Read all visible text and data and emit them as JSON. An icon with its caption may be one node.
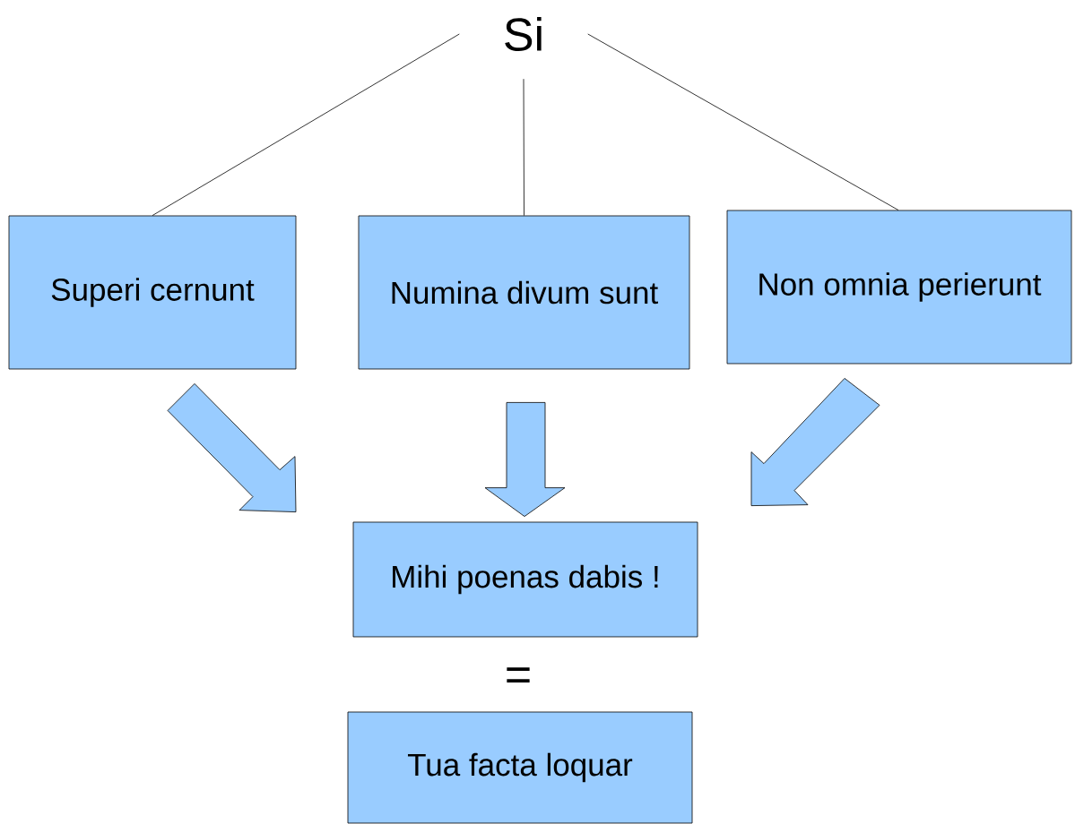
{
  "diagram": {
    "nodes": [
      {
        "text": [
          "Si"
        ]
      },
      {
        "text": [
          "Superi cernunt"
        ]
      },
      {
        "text": [
          "Numina divum sunt"
        ]
      },
      {
        "text": [
          "Non omnia perierunt"
        ]
      },
      {
        "text": [
          "Mihi poenas dabis !"
        ]
      },
      {
        "text": [
          "Tua facta loquar"
        ]
      }
    ],
    "edges": [
      {
        "from": 0,
        "to": 1,
        "arrow": "none"
      },
      {
        "from": 0,
        "to": 2,
        "arrow": "none"
      },
      {
        "from": 0,
        "to": 3,
        "arrow": "none"
      },
      {
        "from": 1,
        "to": 4,
        "arrow": "to",
        "style": "thick"
      },
      {
        "from": 2,
        "to": 4,
        "arrow": "to",
        "style": "thick"
      },
      {
        "from": 3,
        "to": 4,
        "arrow": "to",
        "style": "thick"
      }
    ],
    "labels": [
      "="
    ]
  }
}
